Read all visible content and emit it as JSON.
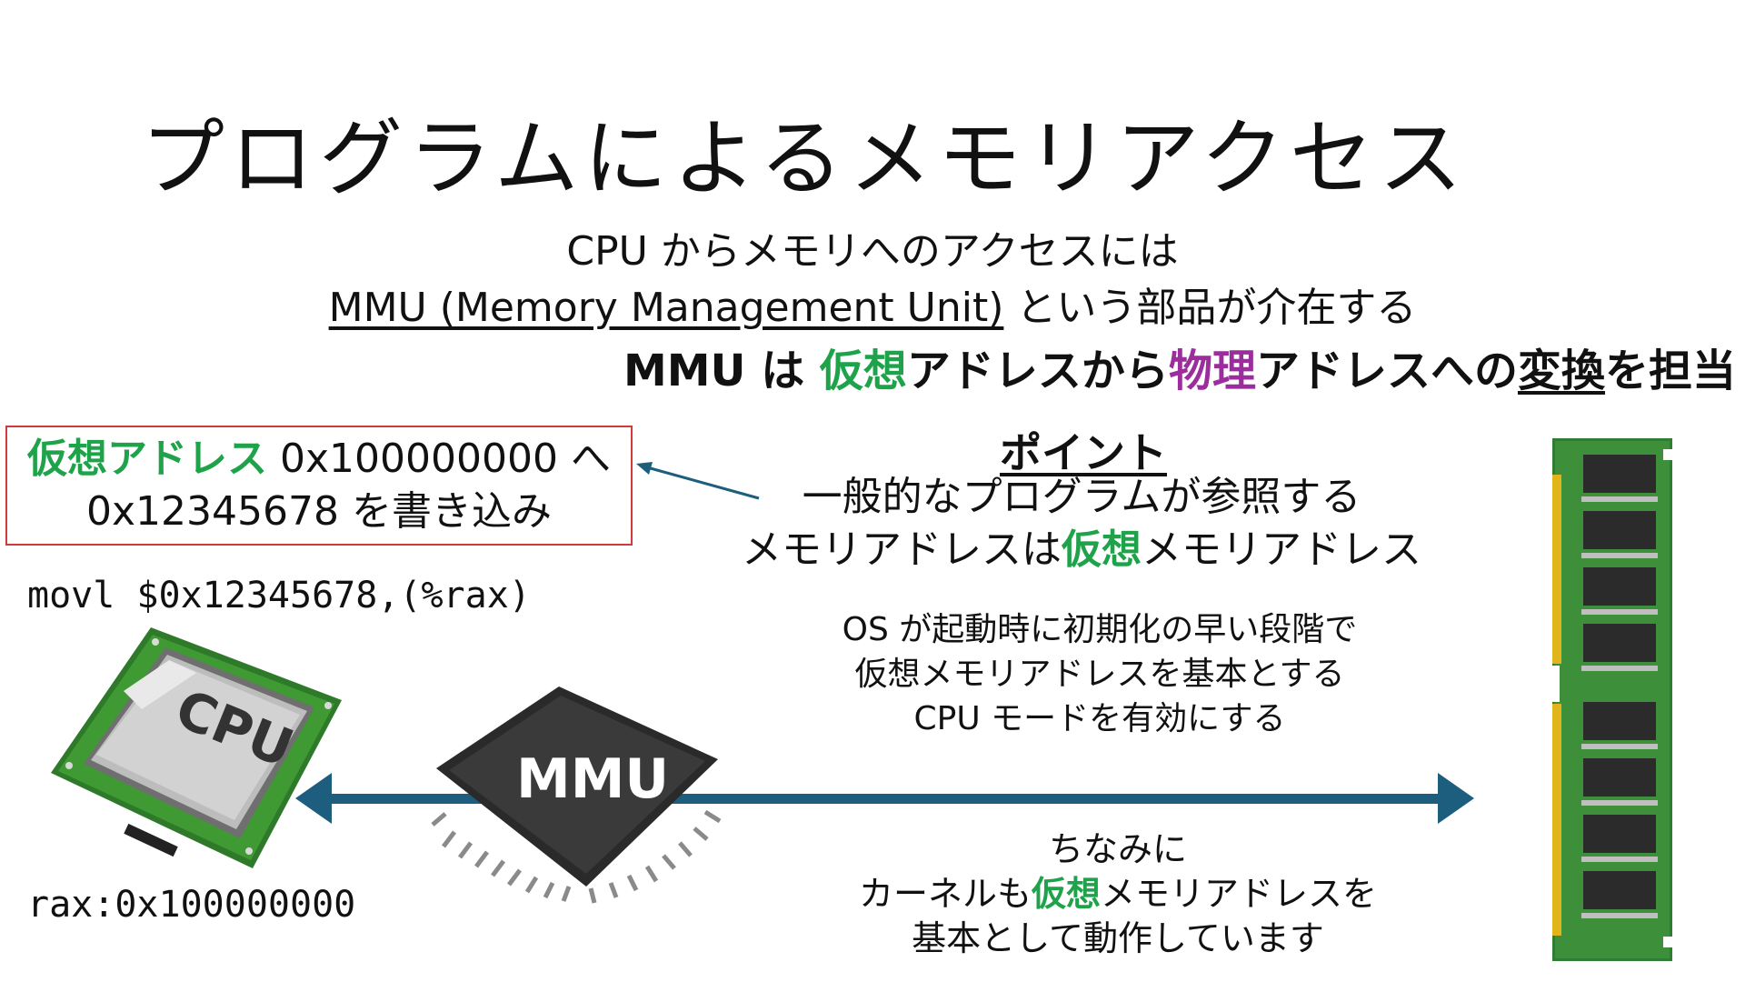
{
  "title": "プログラムによるメモリアクセス",
  "intro": {
    "line1": "CPU からメモリへのアクセスには",
    "line2_underlined": "MMU (Memory Management Unit)",
    "line2_rest": " という部品が介在する"
  },
  "mmu_role": {
    "prefix": "MMU は ",
    "virtual": "仮想",
    "mid": "アドレスから",
    "physical": "物理",
    "mid2": "アドレスへの",
    "conversion": "変換",
    "suffix": "を担当"
  },
  "virtual_box": {
    "highlight": "仮想アドレス",
    "line1_rest": " 0x100000000 へ",
    "line2": "0x12345678 を書き込み"
  },
  "instruction": "movl $0x12345678,(%rax)",
  "register": "rax:0x100000000",
  "point": {
    "title": "ポイント",
    "line1": "一般的なプログラムが参照する",
    "line2_prefix": "メモリアドレスは",
    "line2_highlight": "仮想",
    "line2_suffix": "メモリアドレス"
  },
  "os_note": {
    "line1": "OS が起動時に初期化の早い段階で",
    "line2": "仮想メモリアドレスを基本とする",
    "line3": "CPU モードを有効にする"
  },
  "kernel_note": {
    "line1": "ちなみに",
    "line2_prefix": "カーネルも",
    "line2_highlight": "仮想",
    "line2_suffix": "メモリアドレスを",
    "line3": "基本として動作しています"
  },
  "cpu_label": "CPU",
  "mmu_label": "MMU",
  "colors": {
    "green": "#1fa34a",
    "purple": "#9b2e9c",
    "arrow": "#1d5e7e",
    "box_border": "#d23b3b"
  }
}
